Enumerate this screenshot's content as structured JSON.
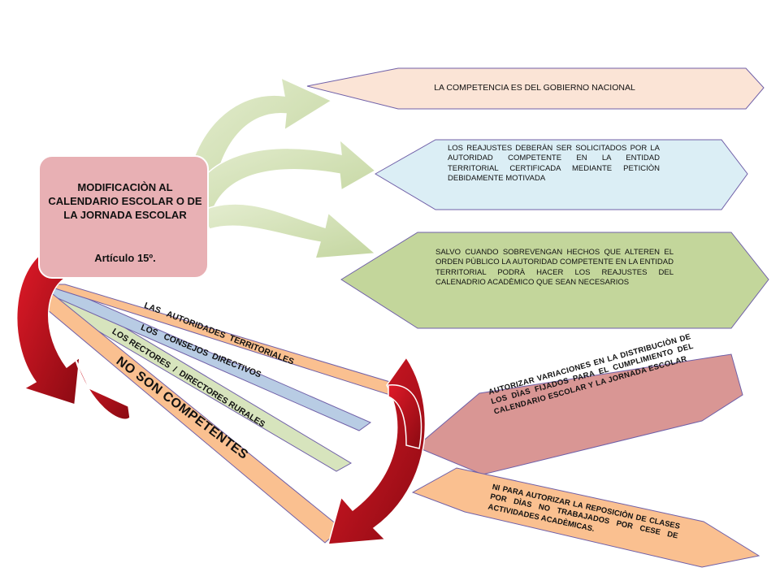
{
  "center": {
    "title": "MODIFICACIÒN AL CALENDARIO ESCOLAR O  DE LA JORNADA ESCOLAR",
    "article": "Artículo 15º."
  },
  "boxes": {
    "national": "LA COMPETENCIA ES DEL GOBIERNO NACIONAL",
    "requests": "LOS REAJUSTES DEBERÀN SER SOLICITADOS POR LA AUTORIDAD COMPETENTE EN LA ENTIDAD TERRITORIAL CERTIFICADA MEDIANTE PETICIÒN DEBIDAMENTE MOTIVADA",
    "public_order": "SALVO CUANDO SOBREVENGAN HECHOS QUE ALTEREN EL ORDEN PÙBLICO LA AUTORIDAD COMPETENTE EN LA ENTIDAD TERRITORIAL PODRÀ HACER LOS REAJUSTES DEL CALENADRIO ACADÈMICO QUE SEAN NECESARIOS",
    "authorize": "AUTORIZAR VARIACIONES EN LA DISTRIBUCIÒN DE LOS DÌAS FIJADOS PARA EL CUMPLIMIENTO DEL CALENDARIO ESCOLAR Y LA JORNADA ESCOLAR",
    "reposition": "NI PARA AUTORIZAR LA REPOSICIÒN DE CLASES POR DÌAS NO TRABAJADOS POR CESE DE ACTIVIDADES ACADÈMICAS."
  },
  "actors": {
    "territorial": "LAS   AUTORIDADES  TERRITORIALES",
    "councils": "LOS   CONSEJOS  DIRECTIVOS",
    "rectors": "LOS RECTORES  /  DIRECTORES RURALES",
    "not_competent": "NO SON COMPETENTES"
  },
  "colors": {
    "center_fill": "#e8b0b4",
    "national_fill": "#fbe4d6",
    "requests_fill": "#dbeef5",
    "public_order_fill": "#c3d69b",
    "authorize_fill": "#d99694",
    "reposition_fill": "#fac090",
    "green_arrow": "#d7e4bd",
    "red_arrow": "#c0101c",
    "shadow": "#6a5a9a"
  }
}
